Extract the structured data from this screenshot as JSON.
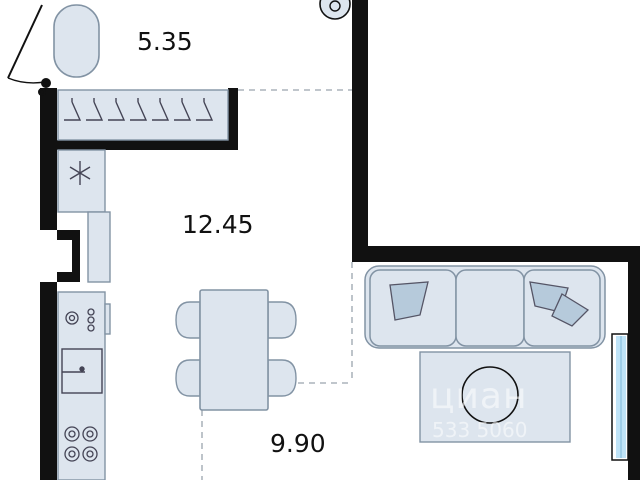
{
  "rooms": {
    "bathroom_area": "5.35",
    "studio_area": "12.45",
    "living_area": "9.90"
  },
  "watermark": {
    "brand": "циан",
    "code": "533 5060"
  },
  "colors": {
    "wall": "#111111",
    "furniture_fill": "#dde5ee",
    "furniture_stroke": "#8293a4",
    "window": "#bfe3f7",
    "zone_line": "#9aa4ad"
  }
}
